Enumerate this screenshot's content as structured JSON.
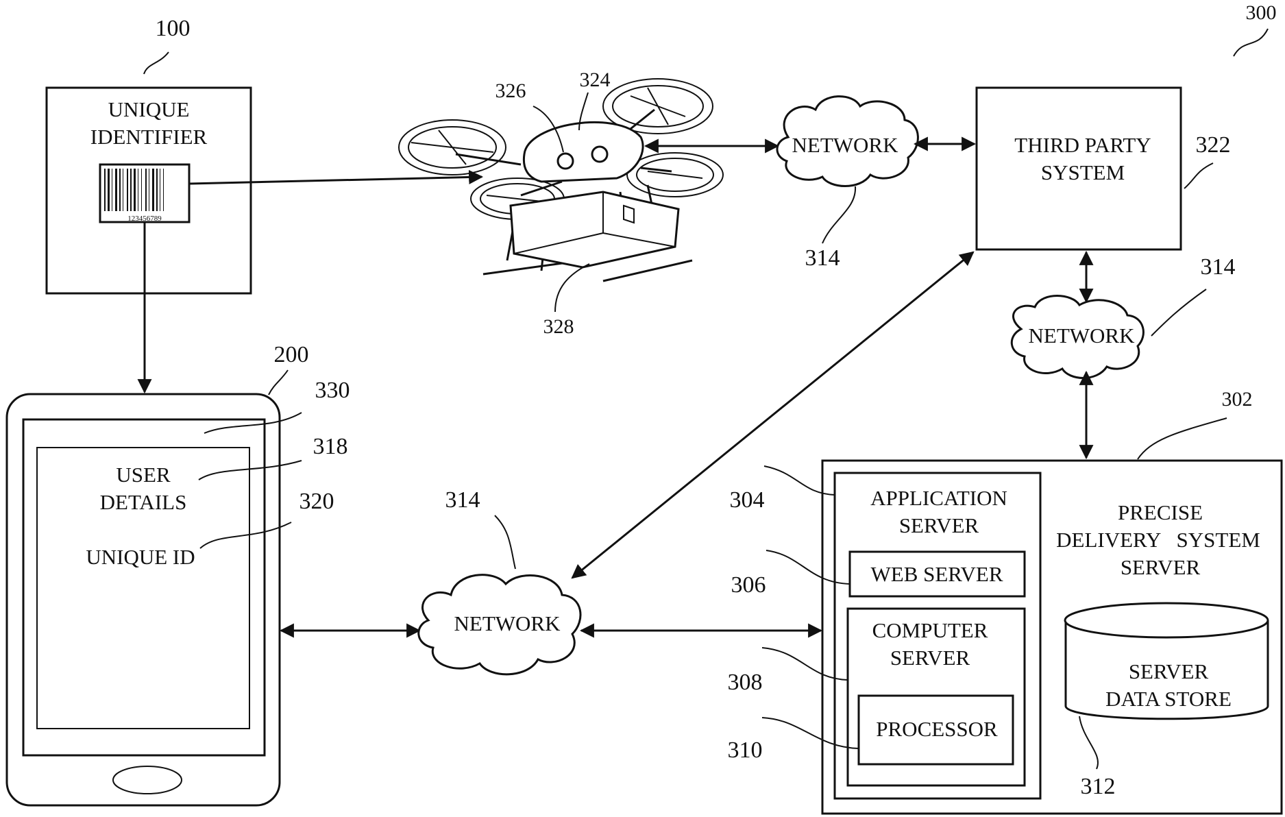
{
  "refs": {
    "r100": "100",
    "r200": "200",
    "r300": "300",
    "r302": "302",
    "r304": "304",
    "r306": "306",
    "r308": "308",
    "r310": "310",
    "r312": "312",
    "r314a": "314",
    "r314b": "314",
    "r314c": "314",
    "r318": "318",
    "r320": "320",
    "r322": "322",
    "r324": "324",
    "r326": "326",
    "r328": "328",
    "r330": "330"
  },
  "identifier_box": {
    "line1": "UNIQUE",
    "line2": "IDENTIFIER",
    "barcode_number": "123456789"
  },
  "device": {
    "user_details_line1": "USER",
    "user_details_line2": "DETAILS",
    "unique_id": "UNIQUE ID"
  },
  "network_labels": {
    "drone_side": "NETWORK",
    "third_party_side": "NETWORK",
    "bottom": "NETWORK"
  },
  "third_party": {
    "line1": "THIRD PARTY",
    "line2": "SYSTEM"
  },
  "server": {
    "app_server_line1": "APPLICATION",
    "app_server_line2": "SERVER",
    "web_server": "WEB SERVER",
    "computer_server_line1": "COMPUTER",
    "computer_server_line2": "SERVER",
    "processor": "PROCESSOR",
    "precise_line1": "PRECISE",
    "precise_line2": "DELIVERY   SYSTEM",
    "precise_line3": "SERVER",
    "data_store_line1": "SERVER",
    "data_store_line2": "DATA STORE"
  }
}
